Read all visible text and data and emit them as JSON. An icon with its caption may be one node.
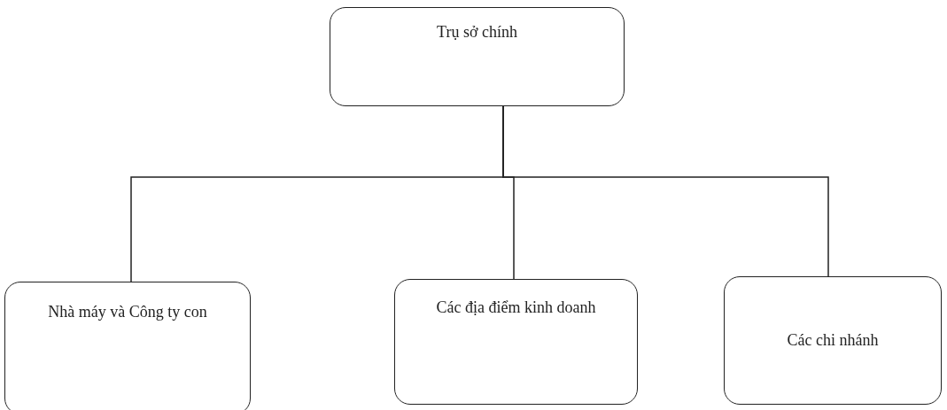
{
  "diagram": {
    "nodes": [
      {
        "text": [
          "Trụ sở chính"
        ]
      },
      {
        "text": [
          "Nhà máy và Công ty con"
        ]
      },
      {
        "text": [
          "Các địa điểm kinh doanh"
        ]
      },
      {
        "text": [
          "Các chi nhánh"
        ]
      }
    ],
    "edges": [
      {
        "from": 0,
        "to": 1,
        "arrow": "none"
      },
      {
        "from": 0,
        "to": 2,
        "arrow": "none"
      },
      {
        "from": 0,
        "to": 3,
        "arrow": "none"
      }
    ]
  }
}
